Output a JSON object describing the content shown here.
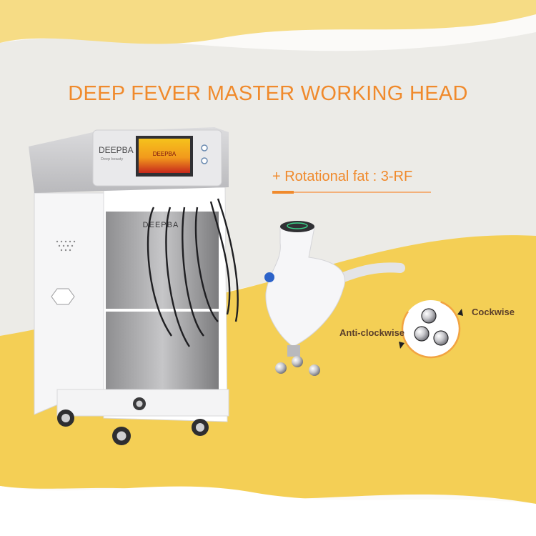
{
  "title": "DEEP FEVER MASTER WORKING HEAD",
  "feature": "+ Rotational fat : 3-RF",
  "rotation": {
    "clockwise_label": "Cockwise",
    "anticlockwise_label": "Anti-clockwise"
  },
  "machine": {
    "brand_top": "DEEPBA",
    "brand_front": "DEEPBA",
    "brand_sub": "Deep beauty",
    "screen_brand": "DEEPBA"
  },
  "colors": {
    "accent": "#f08a2c",
    "yellow": "#f4cf55",
    "grey_bg": "#eae8e3"
  }
}
